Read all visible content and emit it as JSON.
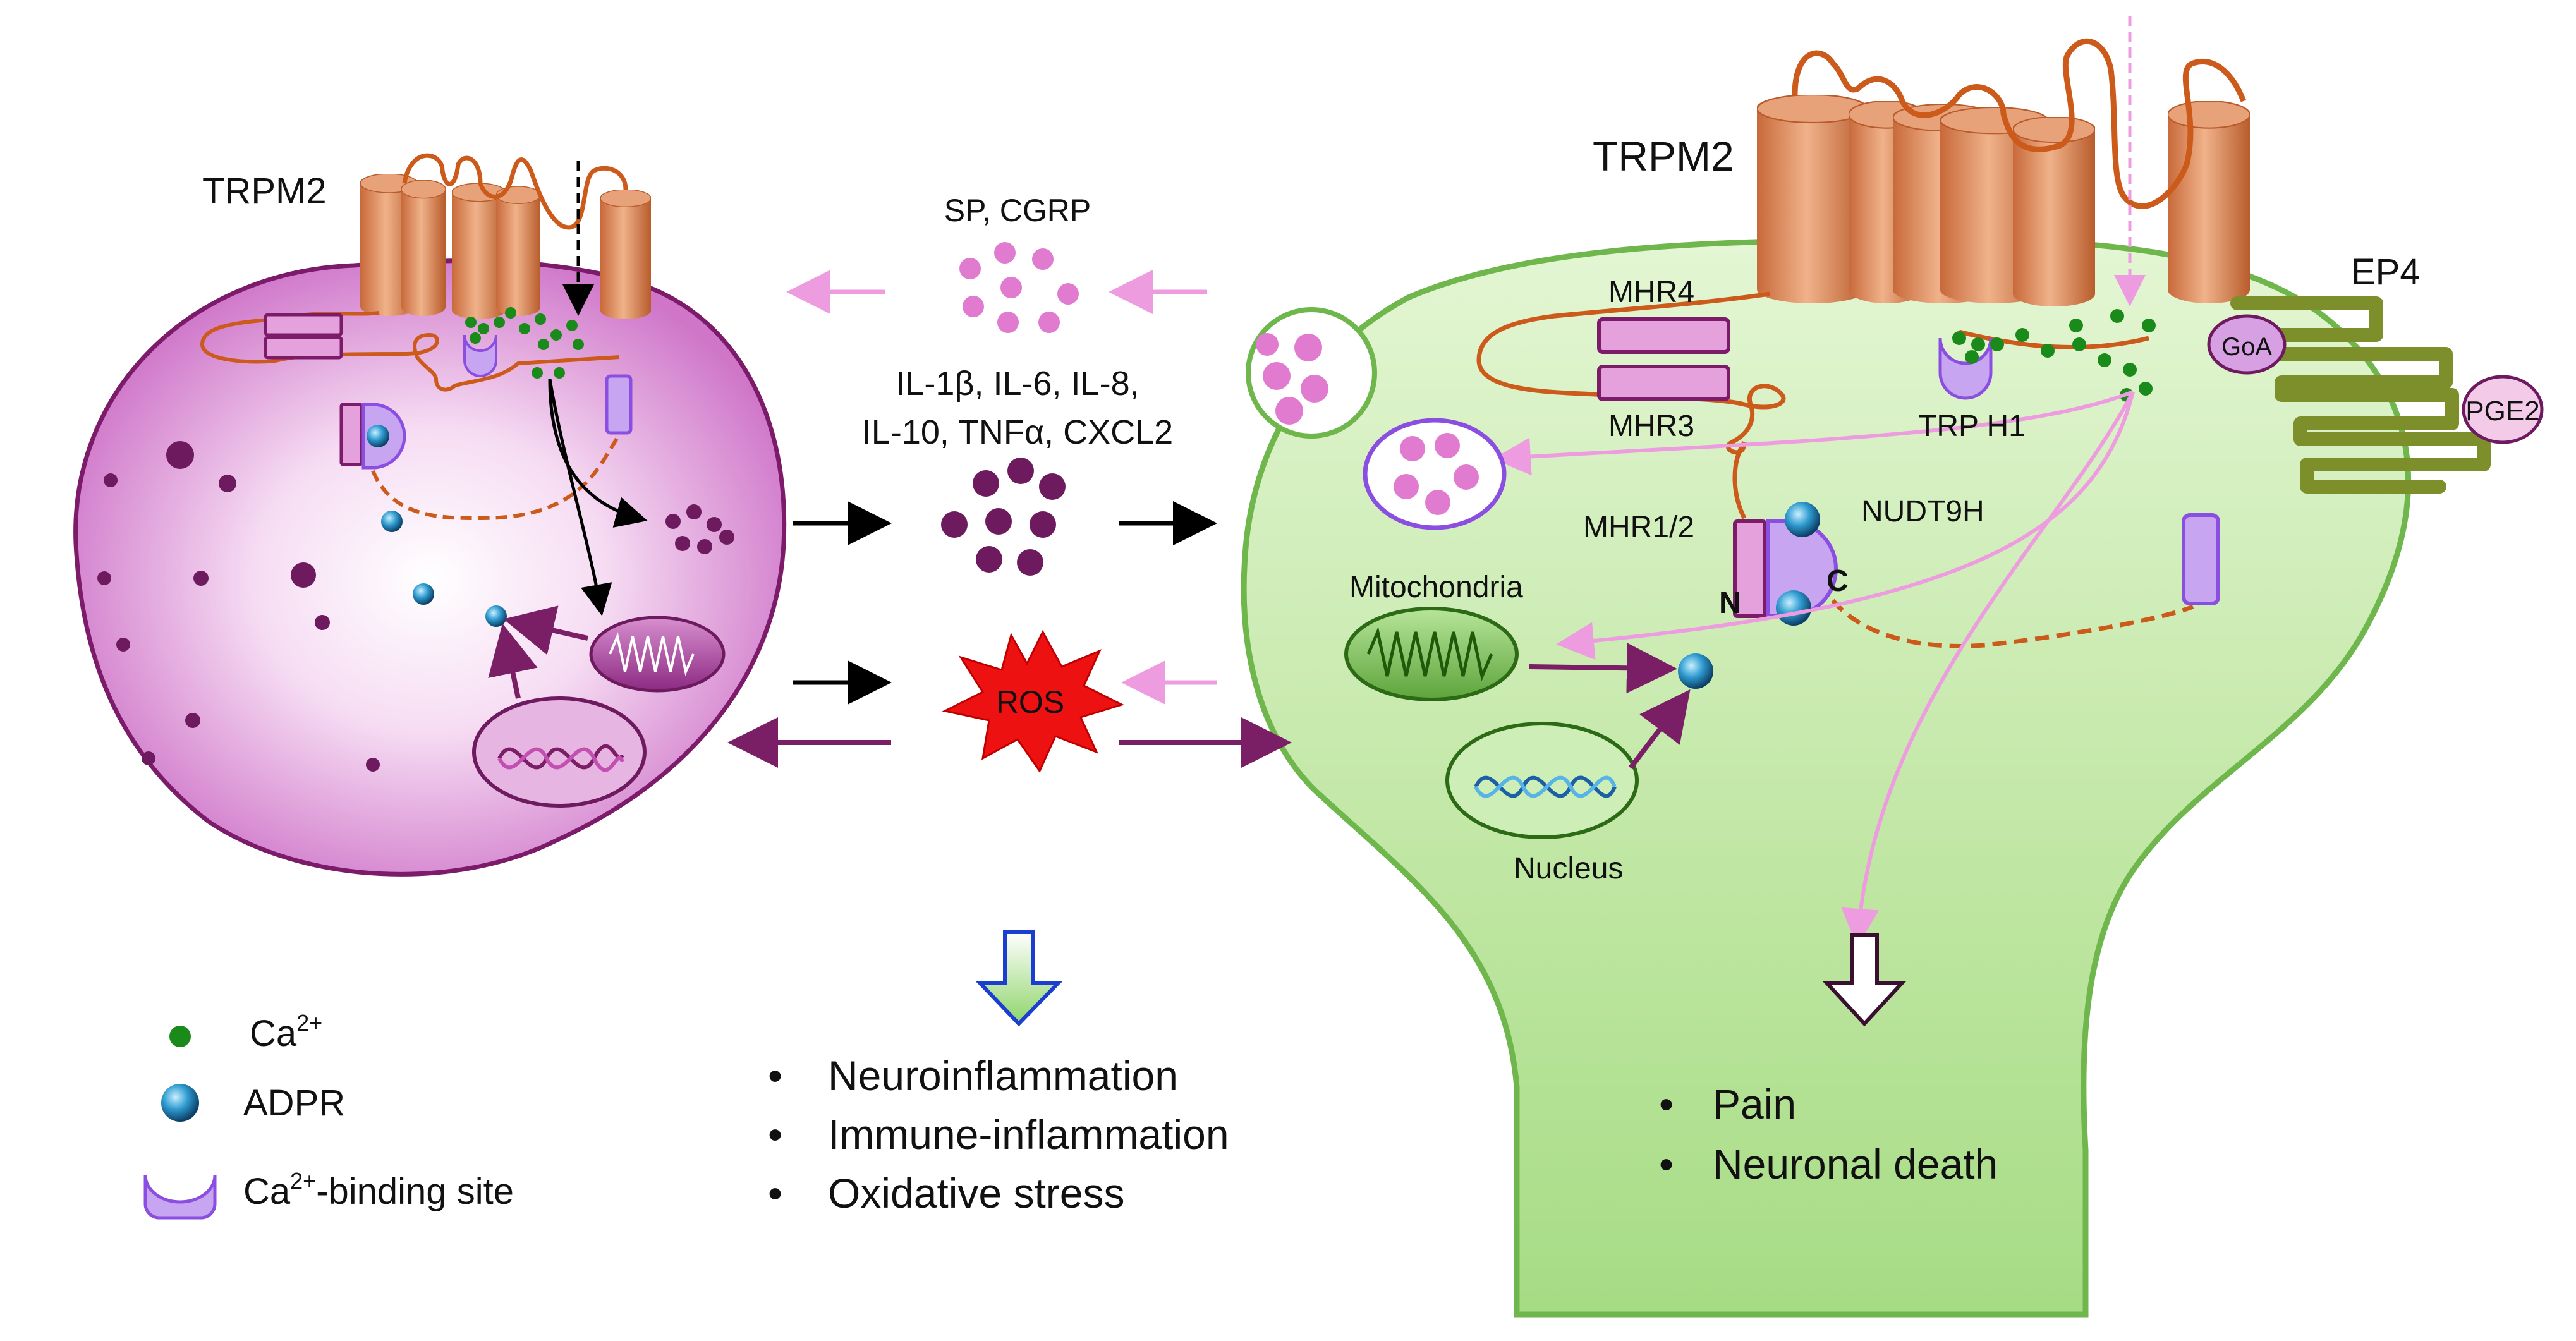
{
  "diagram": {
    "left_cell": {
      "label": "TRPM2"
    },
    "right_cell": {
      "label": "TRPM2",
      "domain_labels": {
        "mhr4": "MHR4",
        "mhr3": "MHR3",
        "mhr12": "MHR1/2",
        "nudt9h": "NUDT9H",
        "trph1": "TRP H1",
        "n_terminus": "N",
        "c_terminus": "C"
      },
      "organelles": {
        "mitochondria": "Mitochondria",
        "nucleus": "Nucleus"
      },
      "receptor": {
        "label": "EP4",
        "goa": "GoA",
        "pge2": "PGE2"
      },
      "outcomes": [
        "Pain",
        "Neuronal death"
      ]
    },
    "mediators": {
      "neuropeptides": "SP, CGRP",
      "cytokines_line1": "IL-1β, IL-6, IL-8,",
      "cytokines_line2": "IL-10, TNFα, CXCL2",
      "ros": "ROS"
    },
    "outcomes_center": [
      "Neuroinflammation",
      "Immune-inflammation",
      "Oxidative stress"
    ],
    "legend": {
      "ca": "Ca",
      "ca_sup": "2+",
      "adpr": "ADPR",
      "binding_prefix": "Ca",
      "binding_sup": "2+",
      "binding_suffix": "-binding site"
    },
    "bullet": "•",
    "colors": {
      "microglia_fill": "#d98fd6",
      "microglia_stroke": "#7c1b6a",
      "neuron_fill": "#b9e39a",
      "neuron_stroke": "#6fb74c",
      "channel": "#d88555",
      "linker": "#cc5a1b",
      "calcium": "#1a8a1a",
      "adpr": "#3aa0cc",
      "cytokine": "#6d1a5e",
      "neuropeptide": "#e07bd0",
      "ros": "#ee1111",
      "pink_arrow": "#ee9ce0",
      "receptor": "#7c8f2a",
      "domain_fill": "#e4a1dc",
      "binding_fill": "#c8a5f0"
    }
  }
}
